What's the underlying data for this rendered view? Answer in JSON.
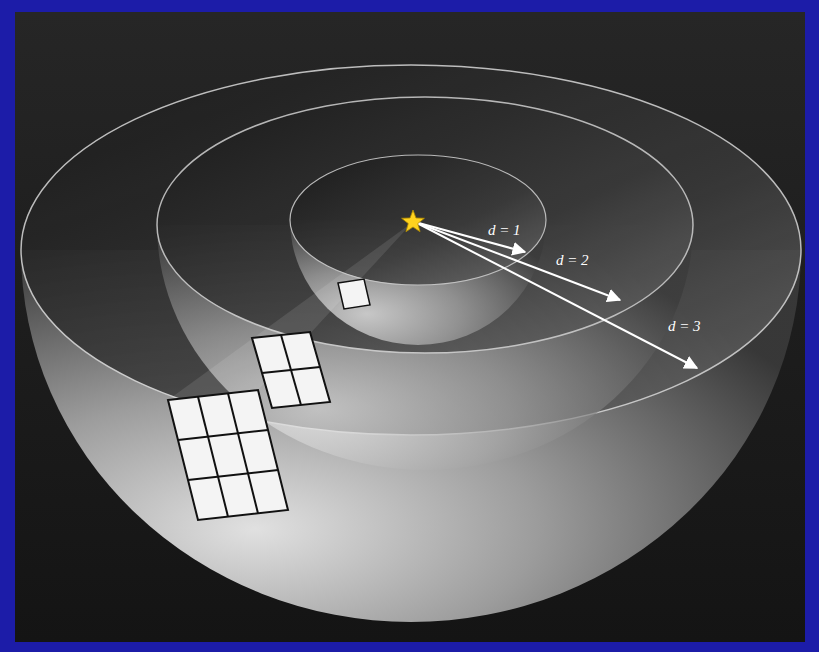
{
  "diagram": {
    "labels": [
      "d = 1",
      "d = 2",
      "d = 3"
    ]
  }
}
